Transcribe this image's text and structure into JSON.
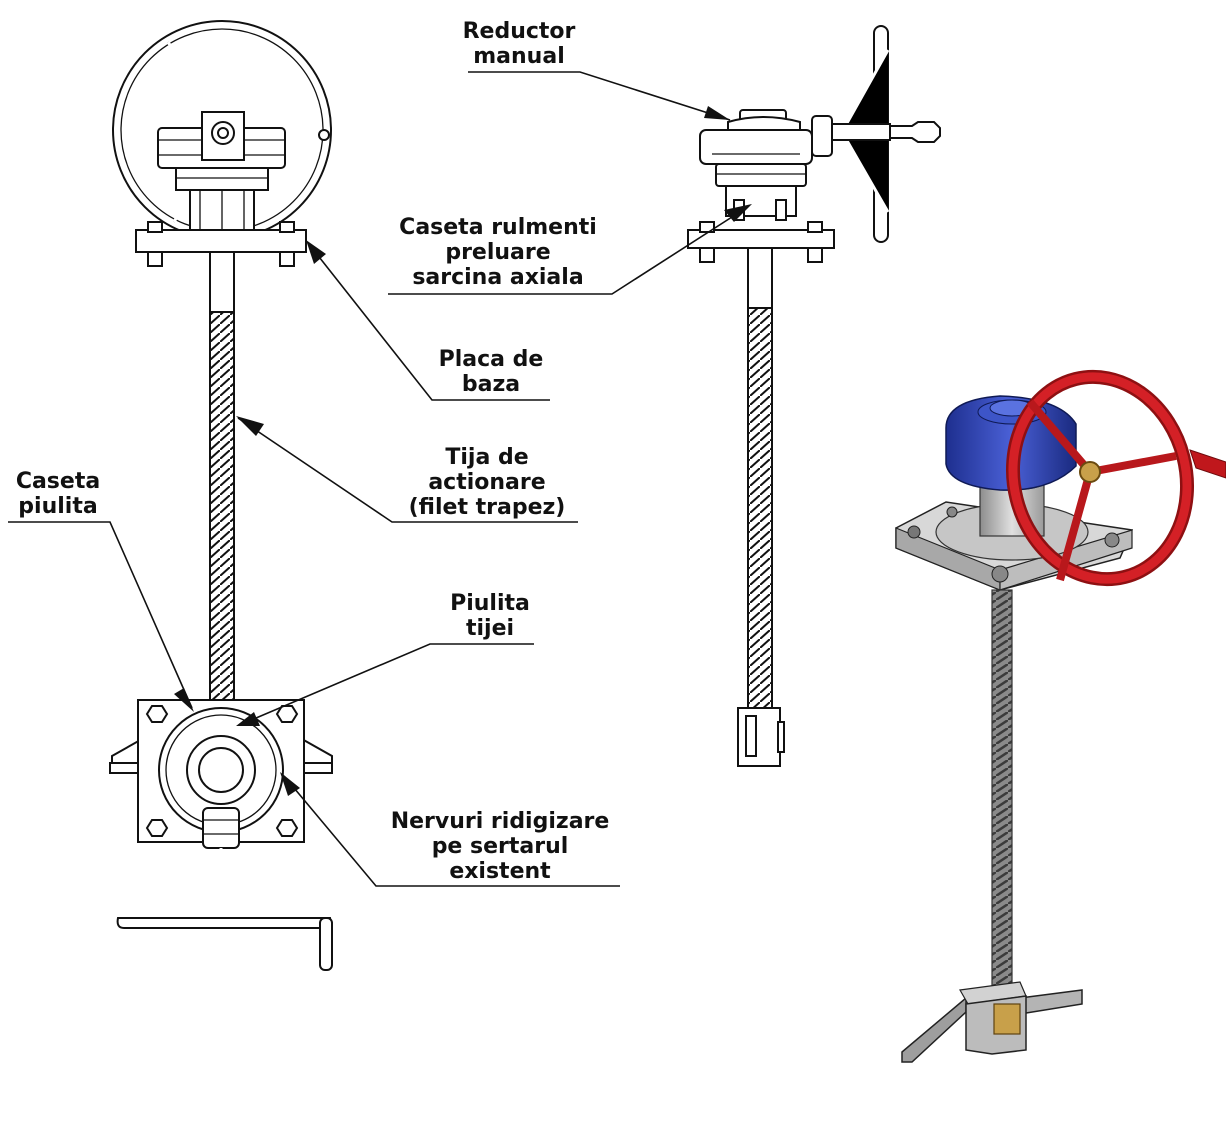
{
  "labels": {
    "reductor": [
      "Reductor",
      "manual"
    ],
    "caseta_rulmenti": [
      "Caseta rulmenti",
      "preluare",
      "sarcina axiala"
    ],
    "placa": [
      "Placa de",
      "baza"
    ],
    "tija": [
      "Tija de",
      "actionare",
      "(filet trapez)"
    ],
    "caseta_piulita": [
      "Caseta",
      "piulita"
    ],
    "piulita": [
      "Piulita",
      "tijei"
    ],
    "nervuri": [
      "Nervuri ridigizare",
      "pe sertarul",
      "existent"
    ]
  },
  "colors": {
    "line": "#111111",
    "handwheel": "#c0171c",
    "gearbox": "#2a3fae",
    "steel": "#b8b8b8",
    "brass": "#c8a04a"
  }
}
